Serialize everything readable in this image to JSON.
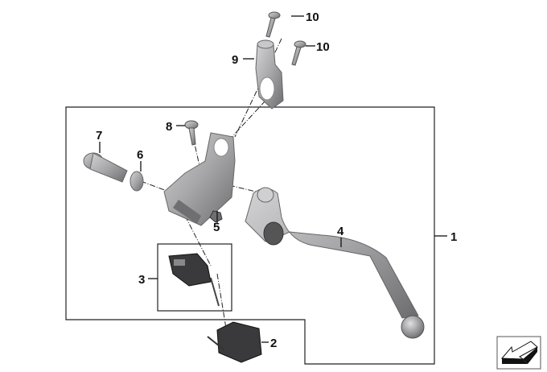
{
  "diagram": {
    "type": "exploded parts diagram",
    "part_labels": {
      "p1": "1",
      "p2": "2",
      "p3": "3",
      "p4": "4",
      "p5": "5",
      "p6": "6",
      "p7": "7",
      "p8": "8",
      "p9": "9",
      "p10a": "10",
      "p10b": "10"
    },
    "colors": {
      "metal": "#a9a9ab",
      "metal_dark": "#6f6f72",
      "plastic": "#3a3a3c",
      "line": "#222222"
    },
    "icons": {
      "orientation": "arrow-direction-icon"
    }
  }
}
